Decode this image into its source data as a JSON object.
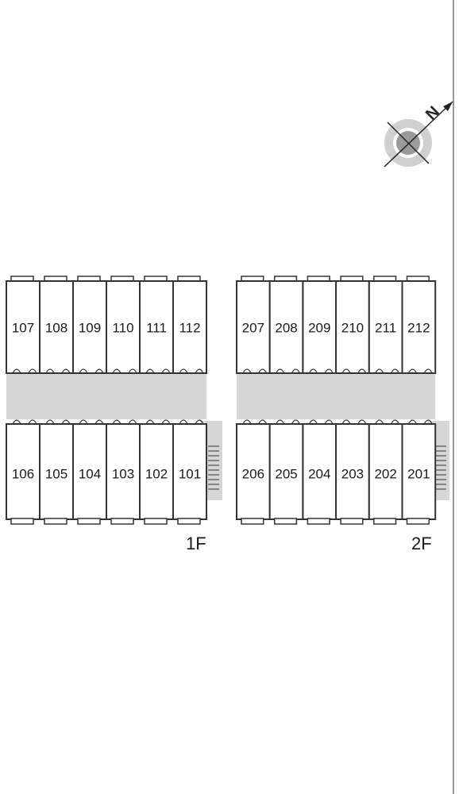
{
  "compass": {
    "label": "N",
    "icon": "north-arrow-icon"
  },
  "floors": [
    {
      "id": "1f",
      "label": "1F",
      "upper_row": [
        "107",
        "108",
        "109",
        "110",
        "111",
        "112"
      ],
      "lower_row": [
        "106",
        "105",
        "104",
        "103",
        "102",
        "101"
      ]
    },
    {
      "id": "2f",
      "label": "2F",
      "upper_row": [
        "207",
        "208",
        "209",
        "210",
        "211",
        "212"
      ],
      "lower_row": [
        "206",
        "205",
        "204",
        "203",
        "202",
        "201"
      ]
    }
  ],
  "colors": {
    "walkway": "#d6d6d6",
    "wall": "#333333",
    "paper": "#ffffff"
  }
}
